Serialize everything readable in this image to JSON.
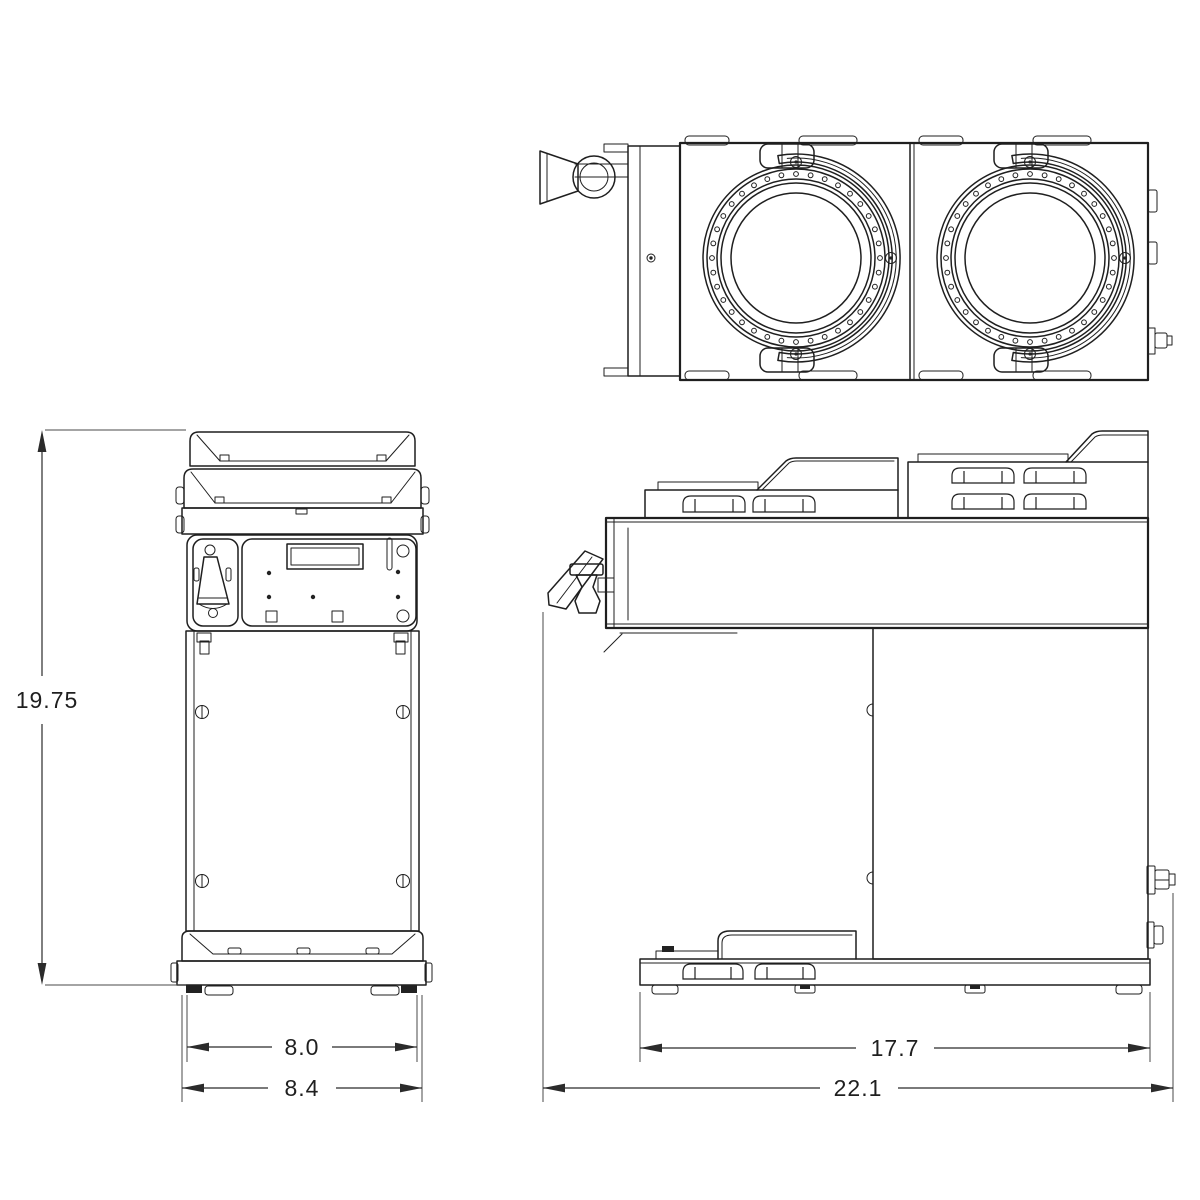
{
  "drawing": {
    "kind": "3-view technical line drawing",
    "subject": "dual coffee brewer with faucet and twin warmers",
    "style": {
      "background": "#ffffff",
      "line_color": "#1f1f1f",
      "dimension_color": "#2b2b2b"
    }
  },
  "dimensions": {
    "front_height": "19.75",
    "front_base_inner_width": "8.0",
    "front_base_outer_width": "8.4",
    "side_base_depth": "17.7",
    "side_overall_depth": "22.1"
  }
}
